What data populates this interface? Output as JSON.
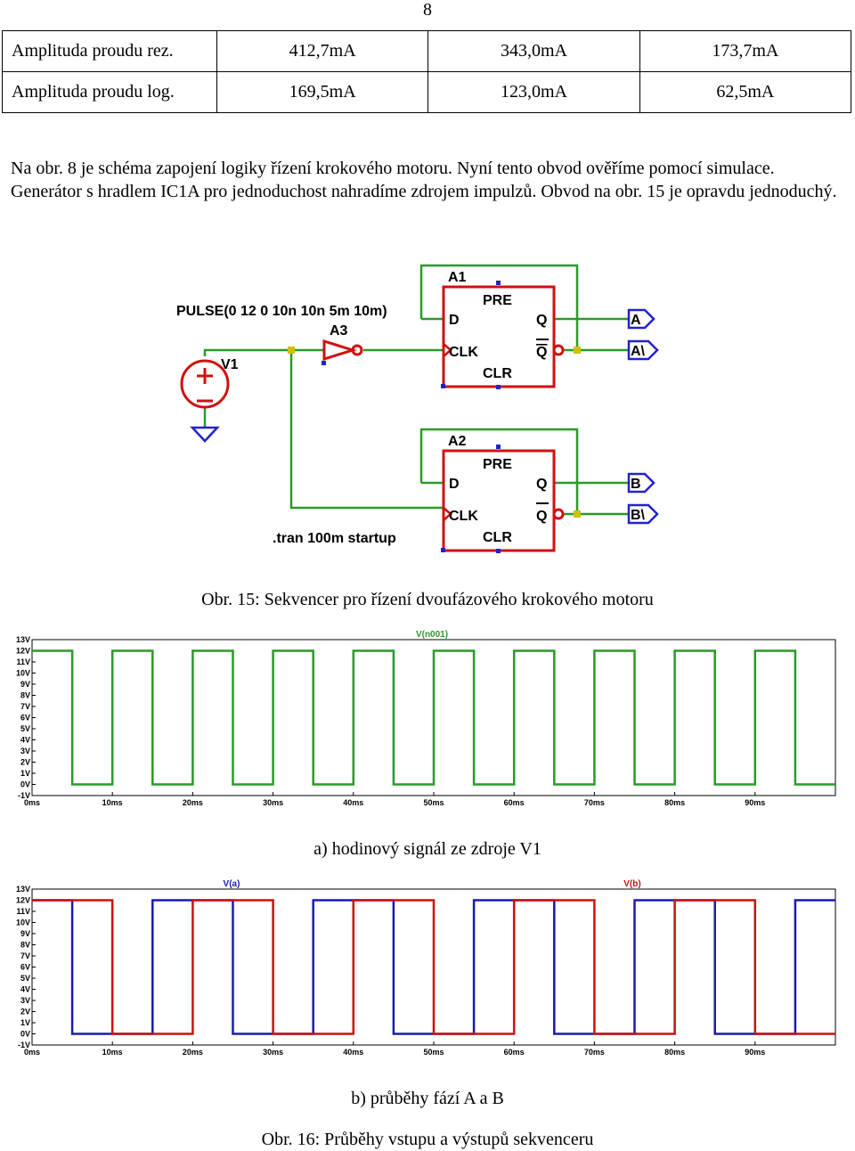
{
  "page_number": "8",
  "table": {
    "rows": [
      {
        "label": "Amplituda proudu rez.",
        "values": [
          "412,7mA",
          "343,0mA",
          "173,7mA"
        ]
      },
      {
        "label": "Amplituda proudu log.",
        "values": [
          "169,5mA",
          "123,0mA",
          "62,5mA"
        ]
      }
    ]
  },
  "paragraph": "Na obr. 8 je schéma zapojení logiky řízení krokového motoru. Nyní tento obvod ověříme pomocí simulace. Generátor s hradlem IC1A pro jednoduchost nahradíme zdrojem impulzů. Obvod na obr. 15 je opravdu jednoduchý.",
  "schematic": {
    "pulse_label": "PULSE(0 12 0 10n 10n 5m 10m)",
    "source_label": "V1",
    "inverter_label": "A3",
    "ff1": {
      "name": "A1",
      "pre": "PRE",
      "d": "D",
      "clk": "CLK",
      "clr": "CLR",
      "q": "Q",
      "qbar": "Q"
    },
    "ff2": {
      "name": "A2",
      "pre": "PRE",
      "d": "D",
      "clk": "CLK",
      "clr": "CLR",
      "q": "Q",
      "qbar": "Q"
    },
    "ports": [
      "A",
      "A\\",
      "B",
      "B\\"
    ],
    "directive": ".tran 100m startup",
    "colors": {
      "wire": "#2a9a2a",
      "component": "#d01010",
      "terminal": "#2222cc",
      "junction": "#d0c000"
    }
  },
  "caption15": "Obr. 15: Sekvencer pro řízení dvoufázového krokového motoru",
  "chart_data": [
    {
      "type": "line",
      "title": "",
      "legend": [
        "V(n001)"
      ],
      "ylabels": [
        "13V",
        "12V",
        "11V",
        "10V",
        "9V",
        "8V",
        "7V",
        "6V",
        "5V",
        "4V",
        "3V",
        "2V",
        "1V",
        "0V",
        "-1V"
      ],
      "xlabels": [
        "0ms",
        "10ms",
        "20ms",
        "30ms",
        "40ms",
        "50ms",
        "60ms",
        "70ms",
        "80ms",
        "90ms"
      ],
      "xlim": [
        0,
        100
      ],
      "ylim": [
        -1,
        13
      ],
      "series": [
        {
          "name": "V(n001)",
          "color": "#2a9a2a",
          "shape": "square wave",
          "low": 0,
          "high": 12,
          "period_ms": 10,
          "high_ms": 5,
          "start_high": true
        }
      ]
    },
    {
      "type": "line",
      "title": "",
      "legend": [
        "V(a)",
        "V(b)"
      ],
      "ylabels": [
        "13V",
        "12V",
        "11V",
        "10V",
        "9V",
        "8V",
        "7V",
        "6V",
        "5V",
        "4V",
        "3V",
        "2V",
        "1V",
        "0V",
        "-1V"
      ],
      "xlabels": [
        "0ms",
        "10ms",
        "20ms",
        "30ms",
        "40ms",
        "50ms",
        "60ms",
        "70ms",
        "80ms",
        "90ms"
      ],
      "xlim": [
        0,
        100
      ],
      "ylim": [
        -1,
        13
      ],
      "series": [
        {
          "name": "V(a)",
          "color": "#1a1ab0",
          "low": 0,
          "high": 12,
          "edges_ms": [
            5,
            15,
            25,
            35,
            45,
            55,
            65,
            75,
            85,
            95
          ],
          "start_high": true
        },
        {
          "name": "V(b)",
          "color": "#cc1111",
          "low": 0,
          "high": 12,
          "edges_ms": [
            10,
            20,
            30,
            40,
            50,
            60,
            70,
            80,
            90,
            100
          ],
          "start_high": true
        }
      ]
    }
  ],
  "caption_a": "a) hodinový signál ze zdroje V1",
  "caption_b": "b) průběhy fází A a B",
  "caption16": "Obr. 16: Průběhy vstupu a výstupů sekvenceru"
}
